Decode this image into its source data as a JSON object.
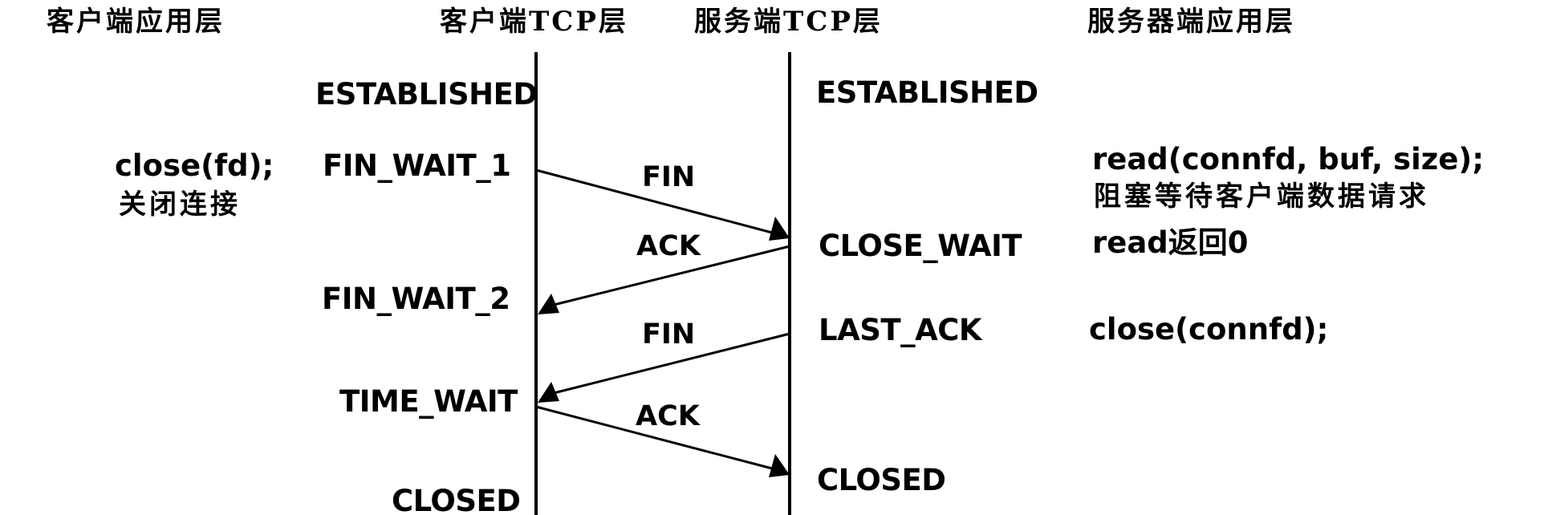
{
  "headers": {
    "client_app": "客户端应用层",
    "client_tcp": "客户端TCP层",
    "server_tcp": "服务端TCP层",
    "server_app": "服务器端应用层"
  },
  "client_states": {
    "established": "ESTABLISHED",
    "fin_wait_1": "FIN_WAIT_1",
    "fin_wait_2": "FIN_WAIT_2",
    "time_wait": "TIME_WAIT",
    "closed": "CLOSED"
  },
  "server_states": {
    "established": "ESTABLISHED",
    "close_wait": "CLOSE_WAIT",
    "last_ack": "LAST_ACK",
    "closed": "CLOSED"
  },
  "messages": [
    {
      "label": "FIN",
      "direction": "client-to-server"
    },
    {
      "label": "ACK",
      "direction": "server-to-client"
    },
    {
      "label": "FIN",
      "direction": "server-to-client"
    },
    {
      "label": "ACK",
      "direction": "client-to-server"
    }
  ],
  "client_app": {
    "close_call": "close(fd);",
    "close_note": "关闭连接"
  },
  "server_app": {
    "read_call": "read(connfd, buf, size);",
    "read_note": "阻塞等待客户端数据请求",
    "read_return": "read返回0",
    "close_call": "close(connfd);"
  },
  "colors": {
    "ink": "#000000",
    "background": "#ffffff"
  }
}
